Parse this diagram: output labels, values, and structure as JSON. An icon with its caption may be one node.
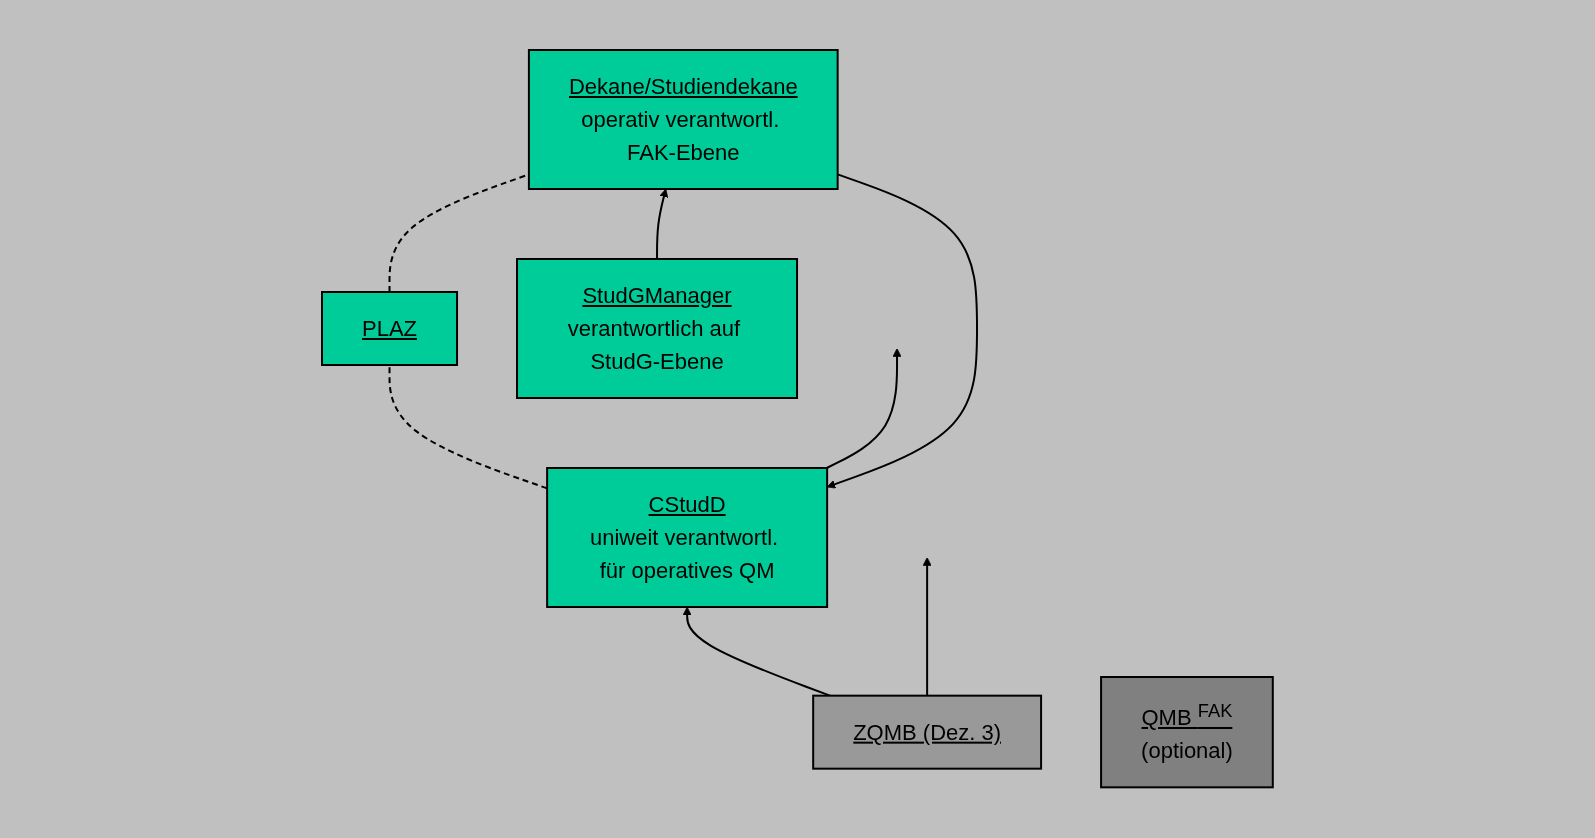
{
  "diagram": {
    "nodes": [
      {
        "text": [
          "ZQMB (Dez. 3)"
        ]
      },
      {
        "text": [
          "CStudD",
          "uniweit verantwortl. für operatives QM"
        ]
      },
      {
        "text": [
          "QMB $^{FAK}$",
          "(optional)"
        ]
      },
      {
        "text": [
          "Dekane/Studiendekane",
          "operativ verantwortl. FAK-Ebene"
        ]
      },
      {
        "text": [
          "PLAZ"
        ]
      },
      {
        "text": [
          "StudGManager",
          "verantwortlich auf StudG-Ebene"
        ]
      }
    ],
    "edges": [
      {
        "from": 0,
        "to": null,
        "arrow": "to"
      },
      {
        "from": 1,
        "to": null,
        "arrow": "to"
      },
      {
        "from": 0,
        "to": 1,
        "arrow": "to"
      },
      {
        "from": 3,
        "to": 1,
        "arrow": "to"
      },
      {
        "from": 1,
        "to": 4,
        "arrow": "none",
        "style": "dashed"
      },
      {
        "from": 4,
        "to": 3,
        "arrow": "none",
        "style": "dashed"
      },
      {
        "from": 5,
        "to": 3,
        "arrow": "to"
      }
    ]
  }
}
